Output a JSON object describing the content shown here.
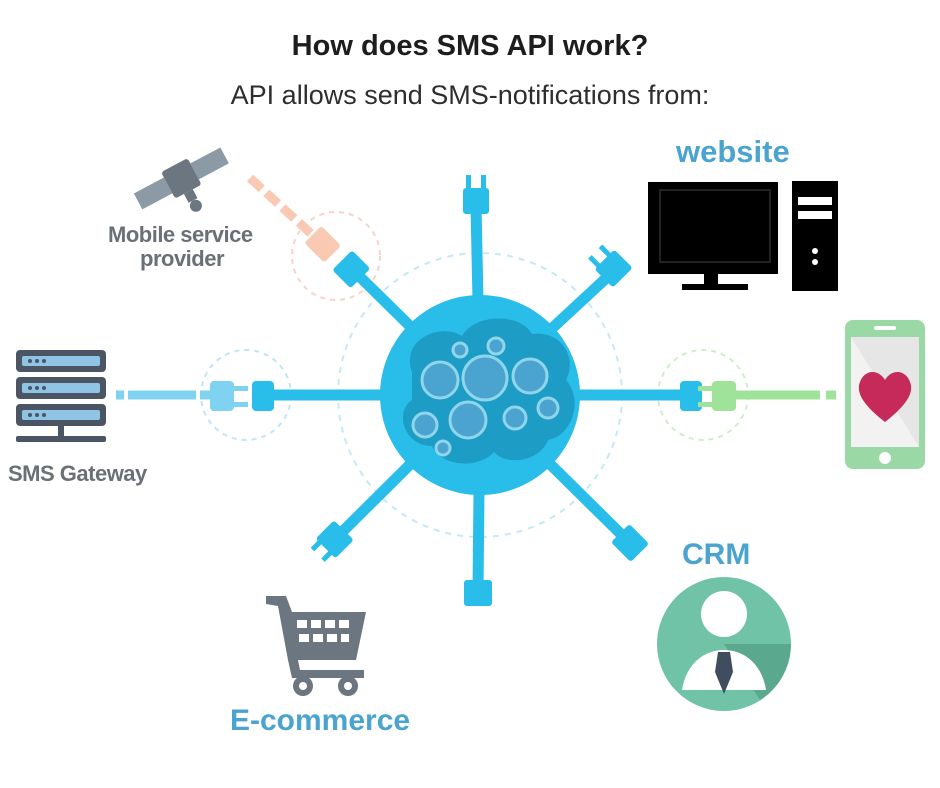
{
  "header": {
    "title": "How does SMS API work?",
    "subtitle": "API allows send SMS-notifications from:"
  },
  "labels": {
    "website": "website",
    "crm": "CRM",
    "ecommerce": "E-commerce",
    "mobile_provider_line1": "Mobile service",
    "mobile_provider_line2": "provider",
    "sms_gateway": "SMS Gateway"
  },
  "colors": {
    "hub": "#29bde9",
    "gear": "#4aa4cf",
    "label_blue": "#4aa4cf",
    "label_gray": "#6b7076",
    "plug_orange": "#f9c9b4",
    "plug_lightblue": "#7fd3f0",
    "plug_green": "#9fe29a",
    "phone_frame": "#9ad8a6",
    "heart": "#c62a5a",
    "crm_circle": "#71c3a8"
  },
  "icons": [
    "satellite-icon",
    "server-icon",
    "desktop-computer-icon",
    "smartphone-icon",
    "crm-user-icon",
    "shopping-cart-icon",
    "gears-brain-icon",
    "plug-icon"
  ]
}
